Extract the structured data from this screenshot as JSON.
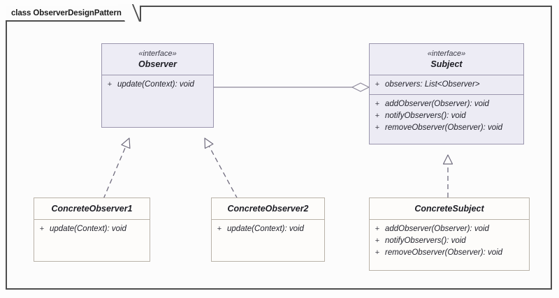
{
  "diagram": {
    "frame_label": "class ObserverDesignPattern",
    "frame_kind": "class",
    "frame_name": "ObserverDesignPattern",
    "notation": "UML Class Diagram",
    "colors": {
      "interface_fill": "#ecebf4",
      "interface_border": "#9a95ad",
      "concrete_fill": "#fdfcfa",
      "concrete_border": "#b9b2a8",
      "frame_border": "#4d4d4d",
      "link_stroke": "#8b8799",
      "background": "#fcfcfc"
    }
  },
  "classes": {
    "observer": {
      "stereotype": "«interface»",
      "name": "Observer",
      "operations": [
        {
          "visibility": "+",
          "signature": "update(Context): void"
        }
      ]
    },
    "subject": {
      "stereotype": "«interface»",
      "name": "Subject",
      "attributes": [
        {
          "visibility": "+",
          "signature": "observers: List<Observer>"
        }
      ],
      "operations": [
        {
          "visibility": "+",
          "signature": "addObserver(Observer): void"
        },
        {
          "visibility": "+",
          "signature": "notifyObservers(): void"
        },
        {
          "visibility": "+",
          "signature": "removeObserver(Observer): void"
        }
      ]
    },
    "concrete_observer_1": {
      "name": "ConcreteObserver1",
      "operations": [
        {
          "visibility": "+",
          "signature": "update(Context): void"
        }
      ]
    },
    "concrete_observer_2": {
      "name": "ConcreteObserver2",
      "operations": [
        {
          "visibility": "+",
          "signature": "update(Context): void"
        }
      ]
    },
    "concrete_subject": {
      "name": "ConcreteSubject",
      "operations": [
        {
          "visibility": "+",
          "signature": "addObserver(Observer): void"
        },
        {
          "visibility": "+",
          "signature": "notifyObservers(): void"
        },
        {
          "visibility": "+",
          "signature": "removeObserver(Observer): void"
        }
      ]
    }
  },
  "relationships": [
    {
      "id": "observer-subject-aggregation",
      "type": "aggregation",
      "source": "Observer",
      "target": "Subject",
      "line": "solid",
      "end_marker": "hollow-diamond"
    },
    {
      "id": "concreteobserver1-observer-realization",
      "type": "realization",
      "source": "ConcreteObserver1",
      "target": "Observer",
      "line": "dashed",
      "end_marker": "hollow-triangle"
    },
    {
      "id": "concreteobserver2-observer-realization",
      "type": "realization",
      "source": "ConcreteObserver2",
      "target": "Observer",
      "line": "dashed",
      "end_marker": "hollow-triangle"
    },
    {
      "id": "concretesubject-subject-realization",
      "type": "realization",
      "source": "ConcreteSubject",
      "target": "Subject",
      "line": "dashed",
      "end_marker": "hollow-triangle"
    }
  ]
}
